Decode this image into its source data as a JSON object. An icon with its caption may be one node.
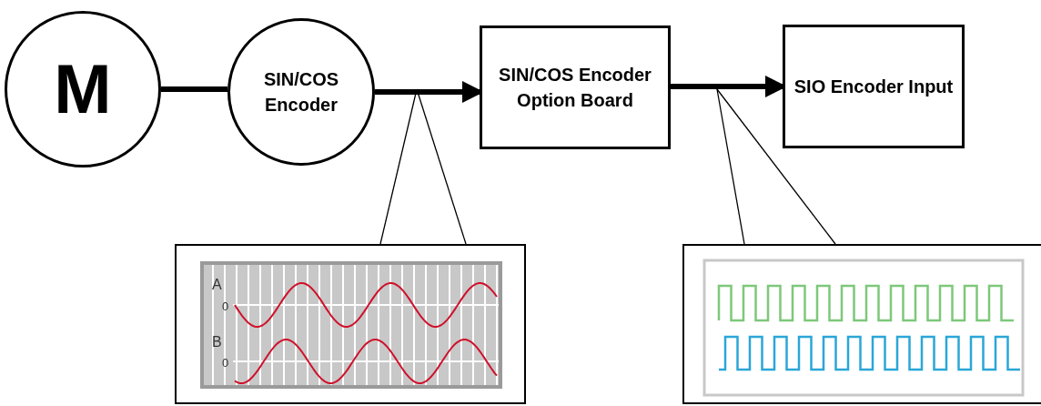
{
  "diagram": {
    "nodes": [
      {
        "text": [
          "M"
        ]
      },
      {
        "text": [
          "SIN/COS Encoder"
        ]
      },
      {
        "text": [
          "SIN/COS Encoder Option Board"
        ]
      },
      {
        "text": [
          "SIO Encoder Input"
        ]
      },
      {
        "text": [],
        "shape": "picture"
      },
      {
        "text": [],
        "shape": "picture"
      }
    ],
    "edges": [
      {
        "from": 0,
        "to": 1,
        "arrow": "none",
        "style": "thick"
      },
      {
        "from": 1,
        "to": 2,
        "arrow": "to",
        "style": "thick"
      },
      {
        "from": 2,
        "to": 3,
        "arrow": "to",
        "style": "thick"
      },
      {
        "from": 4,
        "to": null,
        "arrow": "none"
      },
      {
        "from": 4,
        "to": null,
        "arrow": "none"
      },
      {
        "from": 5,
        "to": null,
        "arrow": "none"
      },
      {
        "from": 5,
        "to": null,
        "arrow": "none"
      }
    ],
    "labels": [
      "A",
      "0",
      "B",
      "0"
    ]
  }
}
